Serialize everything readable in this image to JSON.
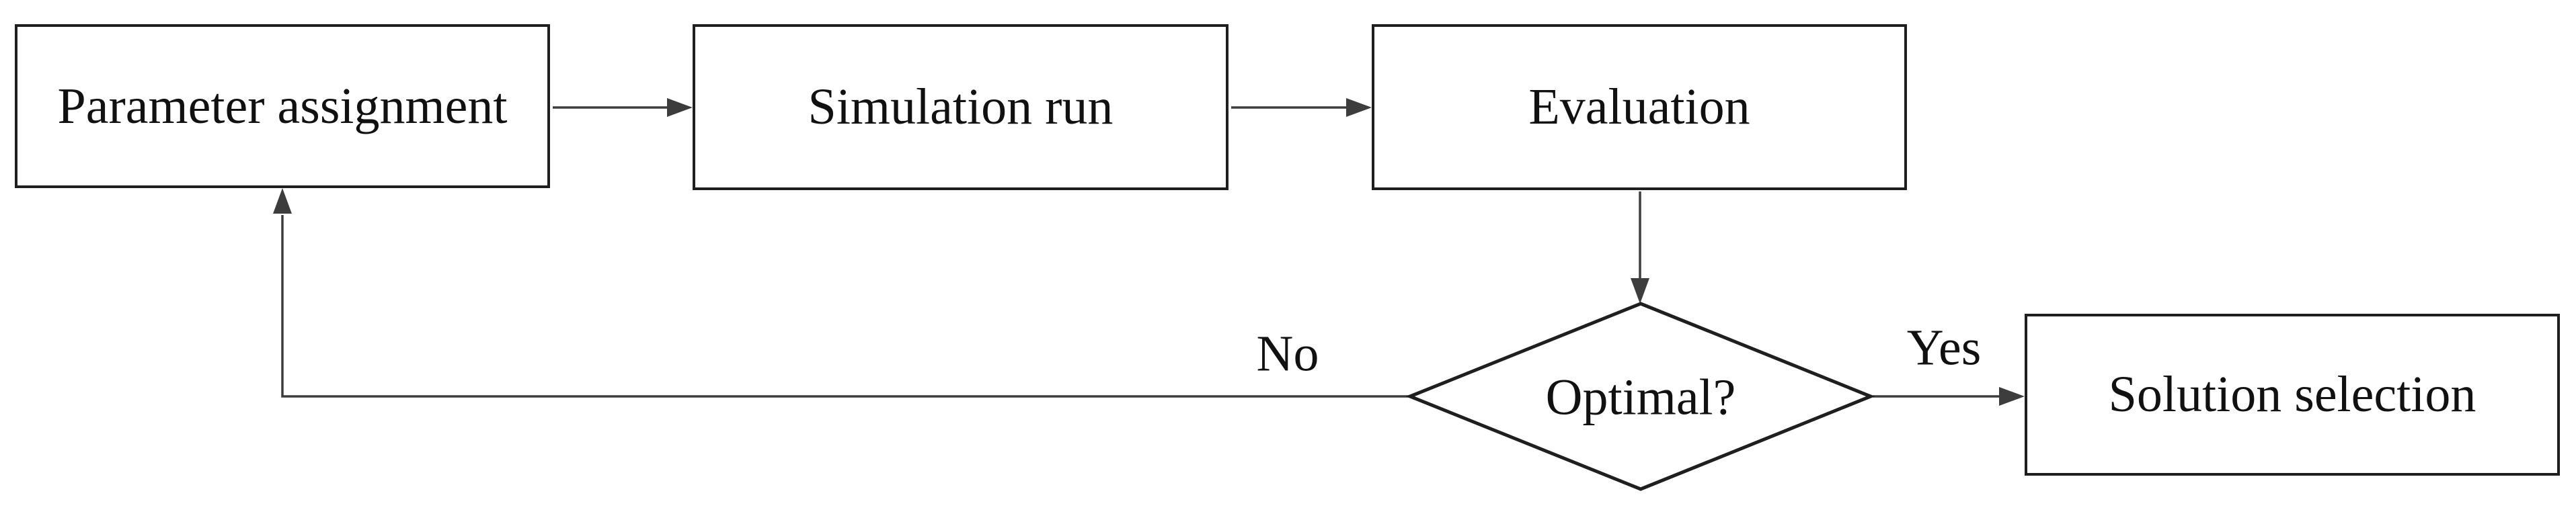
{
  "diagram": {
    "type": "flowchart",
    "nodes": {
      "parameter_assignment": {
        "label": "Parameter assignment"
      },
      "simulation_run": {
        "label": "Simulation run"
      },
      "evaluation": {
        "label": "Evaluation"
      },
      "optimal_decision": {
        "label": "Optimal?"
      },
      "solution_selection": {
        "label": "Solution selection"
      }
    },
    "edge_labels": {
      "yes": "Yes",
      "no": "No"
    },
    "flow": [
      "Parameter assignment -> Simulation run",
      "Simulation run -> Evaluation",
      "Evaluation -> Optimal?",
      "Optimal? -Yes-> Solution selection",
      "Optimal? -No-> Parameter assignment"
    ]
  },
  "colors": {
    "background": "#ffffff",
    "box_border": "#1f1f1f",
    "connector": "#3d3d3d",
    "text": "#111111"
  }
}
